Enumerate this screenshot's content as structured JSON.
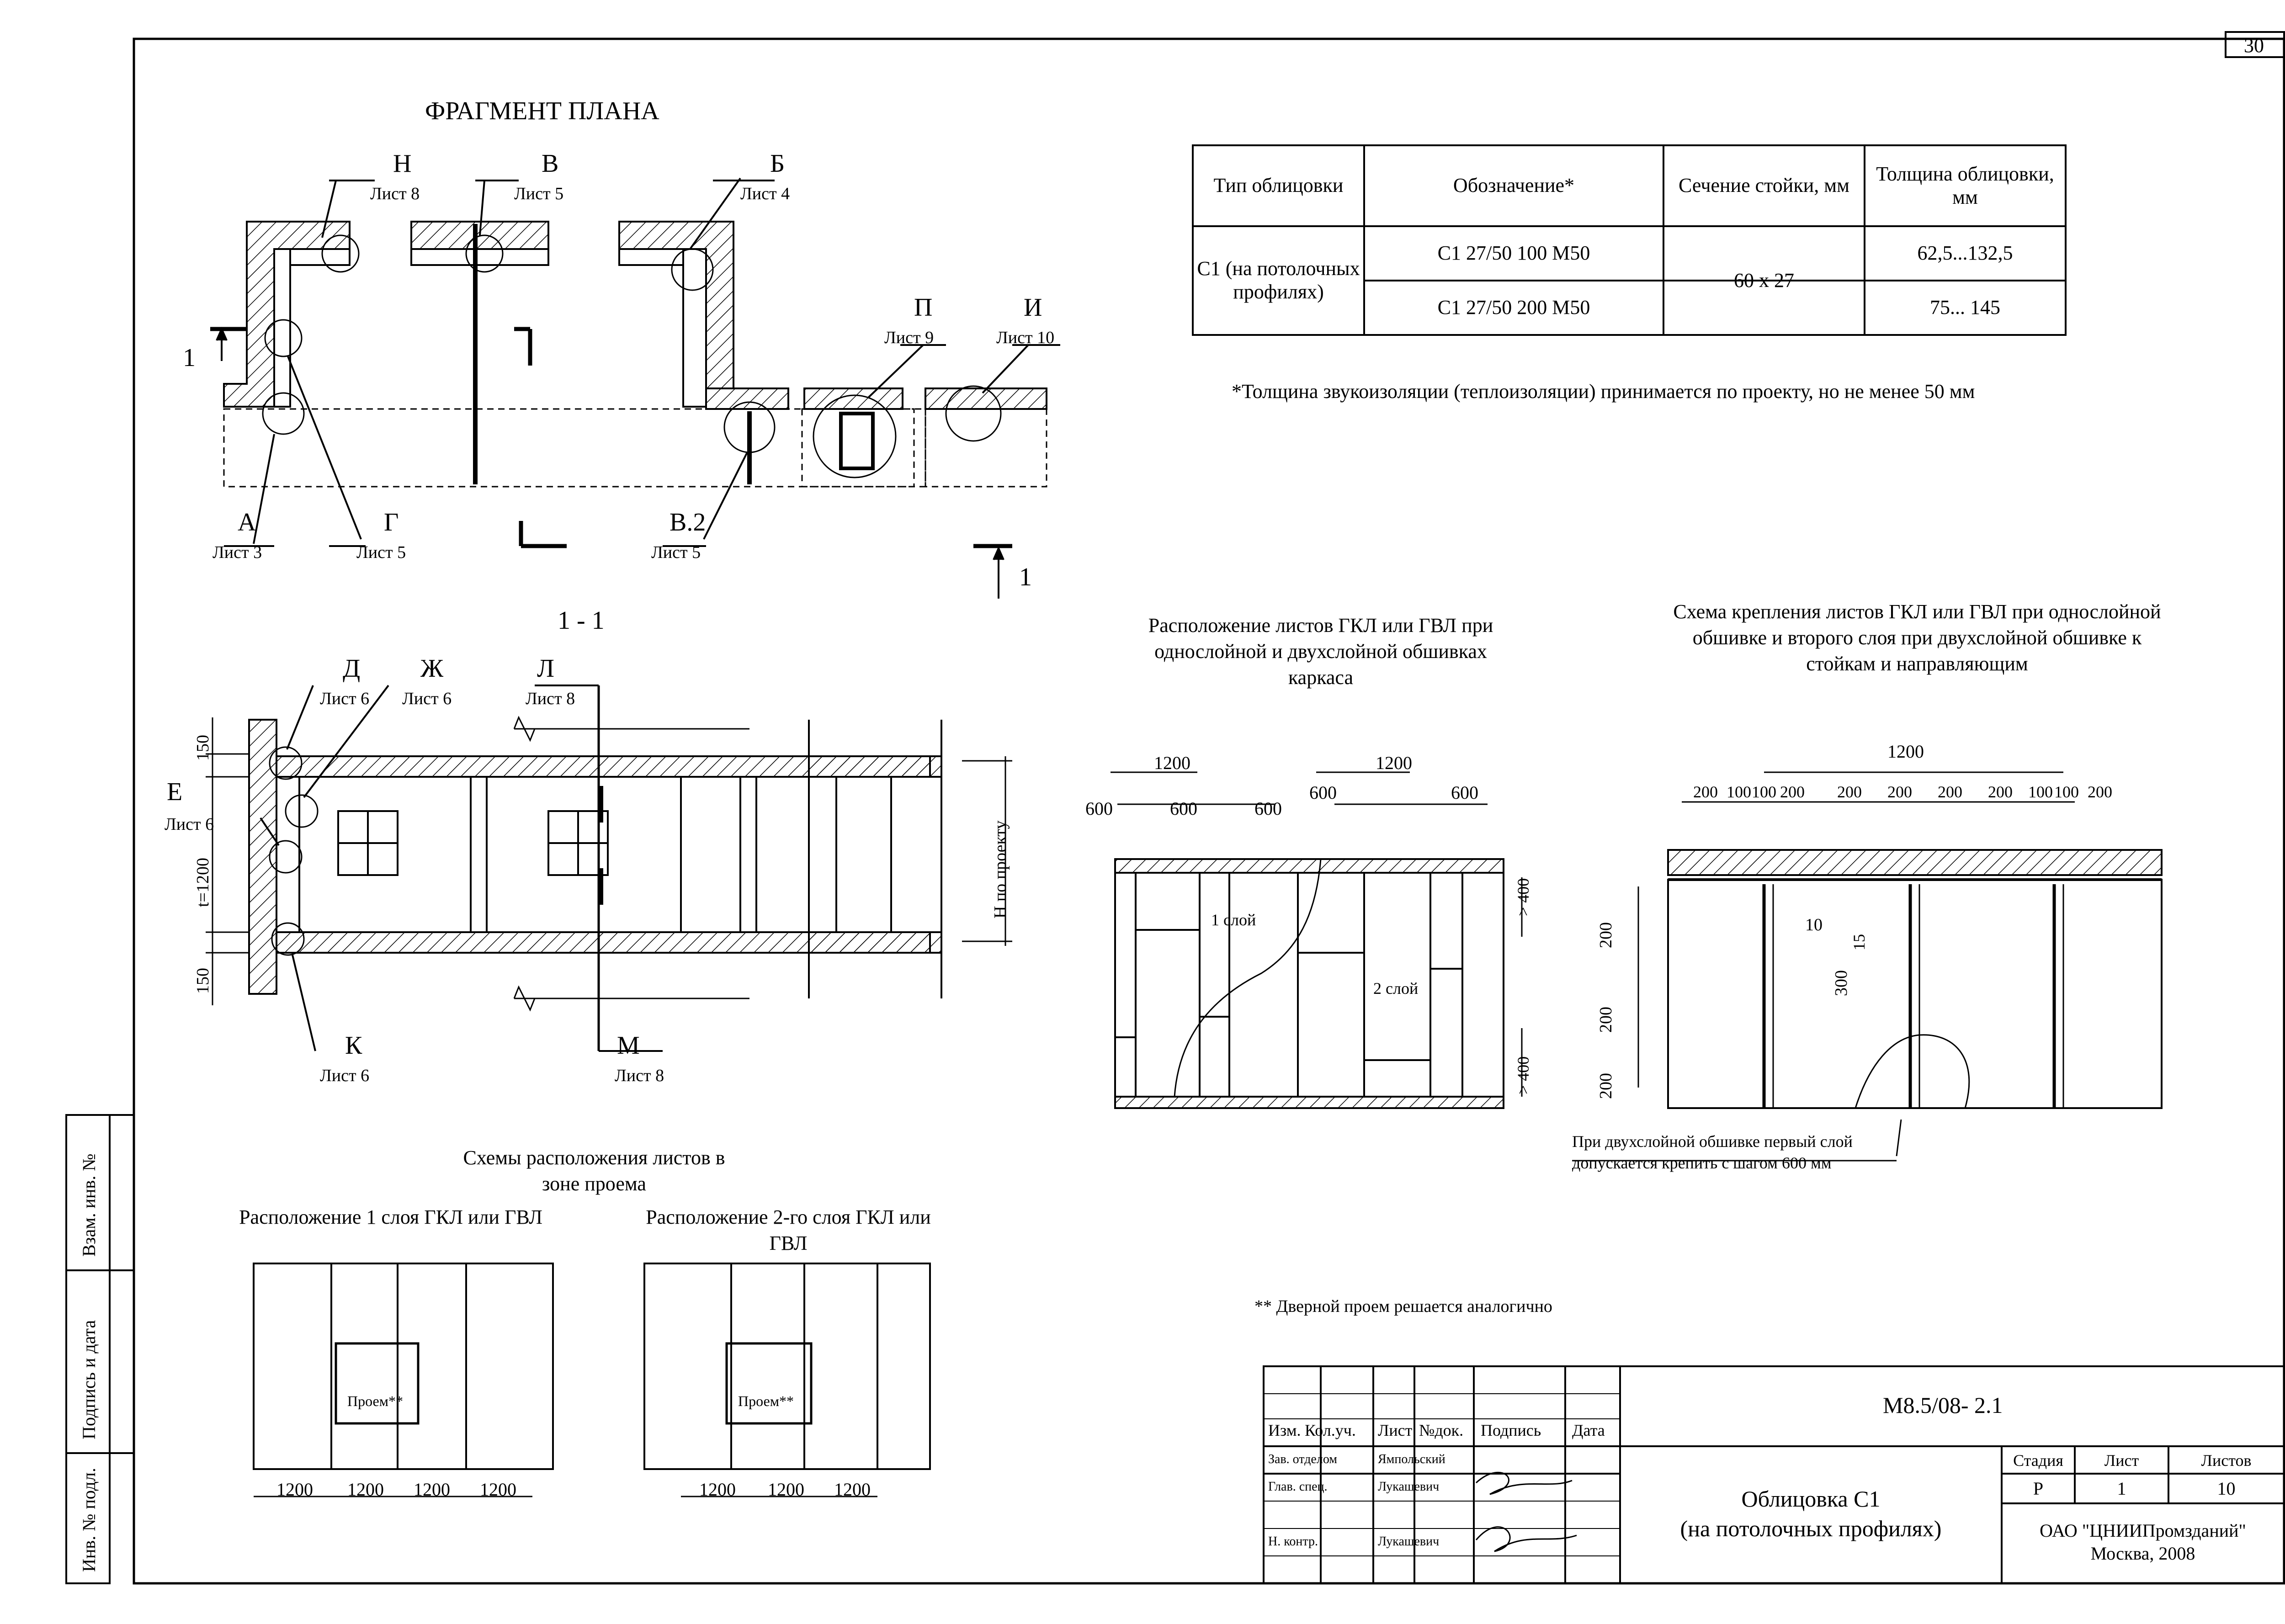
{
  "sheet_number": "30",
  "plan": {
    "title": "ФРАГМЕНТ ПЛАНА",
    "callouts": [
      {
        "letter": "Н",
        "sheet": "Лист 8"
      },
      {
        "letter": "В",
        "sheet": "Лист 5"
      },
      {
        "letter": "Б",
        "sheet": "Лист 4"
      },
      {
        "letter": "П",
        "sheet": "Лист 9"
      },
      {
        "letter": "И",
        "sheet": "Лист 10"
      },
      {
        "letter": "А",
        "sheet": "Лист 3"
      },
      {
        "letter": "Г",
        "sheet": "Лист 5"
      },
      {
        "letter": "В.2",
        "sheet": "Лист 5"
      }
    ],
    "cut_mark": "1"
  },
  "table": {
    "headers": [
      "Тип облицовки",
      "Обозначение*",
      "Сечение стойки, мм",
      "Толщина облицовки, мм"
    ],
    "type": "С1 (на потолочных профилях)",
    "rows": [
      {
        "designation": "С1 27/50 100 М50",
        "thickness": "62,5...132,5"
      },
      {
        "designation": "С1 27/50 200 М50",
        "thickness": "75... 145"
      }
    ],
    "section": "60 х 27"
  },
  "table_note": "*Толщина звукоизоляции (теплоизоляции) принимается по проекту, но не менее 50 мм",
  "section": {
    "title": "1 - 1",
    "callouts": [
      {
        "letter": "Д",
        "sheet": "Лист 6"
      },
      {
        "letter": "Ж",
        "sheet": "Лист 6"
      },
      {
        "letter": "Л",
        "sheet": "Лист 8"
      },
      {
        "letter": "Е",
        "sheet": "Лист 6"
      },
      {
        "letter": "К",
        "sheet": "Лист 6"
      },
      {
        "letter": "М",
        "sheet": "Лист 8"
      }
    ],
    "dim_150_top": "150",
    "dim_t": "t=1200",
    "dim_150_bottom": "150",
    "dim_h": "Н по проекту"
  },
  "layout_sheets": {
    "title": "Расположение листов ГКЛ или ГВЛ при однослойной и двухслойной обшивках каркаса",
    "dims_top": [
      "1200",
      "1200"
    ],
    "dims_mid": [
      "600",
      "600",
      "600",
      "600",
      "600"
    ],
    "layer1": "1 слой",
    "layer2": "2 слой",
    "dim_400_a": "> 400",
    "dim_400_b": "> 400"
  },
  "fixing": {
    "title": "Схема крепления листов ГКЛ или ГВЛ при однослойной обшивке и второго слоя при двухслойной обшивке к стойкам и направляющим",
    "dim_top": "1200",
    "dims_row": [
      "200",
      "100",
      "100",
      "200",
      "200",
      "200",
      "200",
      "200",
      "100",
      "100",
      "200"
    ],
    "dims_left": [
      "200",
      "200",
      "200"
    ],
    "dim_10": "10",
    "dim_15": "15",
    "dim_300": "300",
    "note": "При двухслойной обшивке первый слой допускается крепить с шагом 600 мм"
  },
  "opening": {
    "title": "Схемы расположения листов в зоне проема",
    "left_title": "Расположение 1 слоя ГКЛ или ГВЛ",
    "right_title": "Расположение 2-го слоя ГКЛ или ГВЛ",
    "label": "Проем**",
    "dims_left": [
      "1200",
      "1200",
      "1200",
      "1200"
    ],
    "dims_right": [
      "1200",
      "1200",
      "1200"
    ],
    "footnote": "** Дверной проем решается аналогично"
  },
  "side_stamp": [
    "Взам. инв. №",
    "Подпись и дата",
    "Инв. № подл."
  ],
  "title_block": {
    "code": "М8.5/08- 2.1",
    "col_headers": [
      "Изм.",
      "Кол.уч.",
      "Лист",
      "№док.",
      "Подпись",
      "Дата"
    ],
    "people": [
      {
        "role": "Зав. отделом",
        "name": "Ямпольский"
      },
      {
        "role": "Глав. спец.",
        "name": "Лукашевич"
      },
      {
        "role": "Н. контр.",
        "name": "Лукашевич"
      }
    ],
    "name_line1": "Облицовка С1",
    "name_line2": "(на потолочных профилях)",
    "stage_label": "Стадия",
    "sheet_label": "Лист",
    "sheets_label": "Листов",
    "stage": "Р",
    "sheet": "1",
    "sheets": "10",
    "org_line1": "ОАО \"ЦНИИПромзданий\"",
    "org_line2": "Москва, 2008"
  }
}
